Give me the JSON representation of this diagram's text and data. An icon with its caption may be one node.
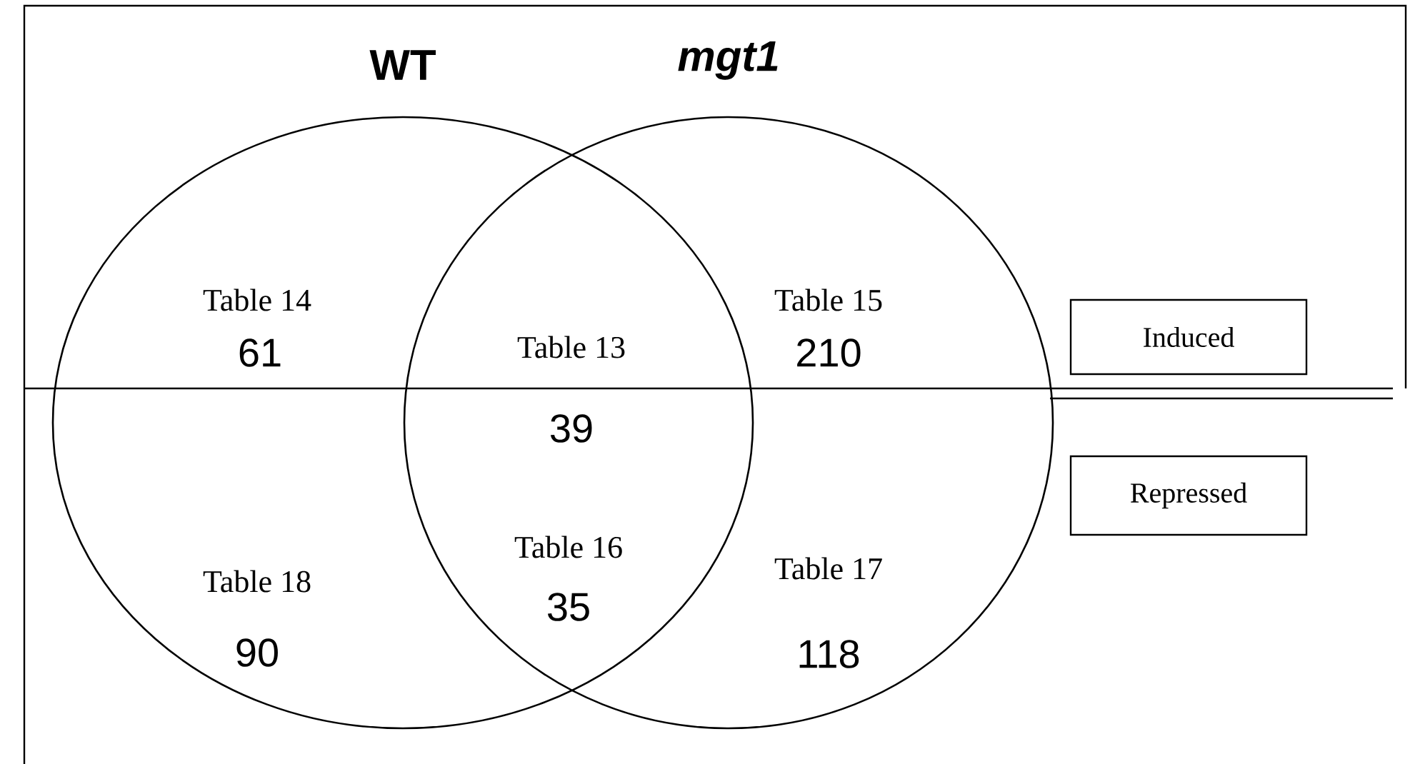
{
  "diagram": {
    "nodes": [
      {
        "text": [
          "WT"
        ]
      },
      {
        "text": [
          "mgt1"
        ]
      },
      {
        "text": [
          "Induced"
        ]
      },
      {
        "text": [
          "Repressed"
        ]
      }
    ],
    "edges": [],
    "labels": [
      "Table 14",
      "61",
      "Table 13",
      "39",
      "Table 15",
      "210",
      "Table 18",
      "90",
      "Table 16",
      "35",
      "Table 17",
      "118"
    ]
  }
}
